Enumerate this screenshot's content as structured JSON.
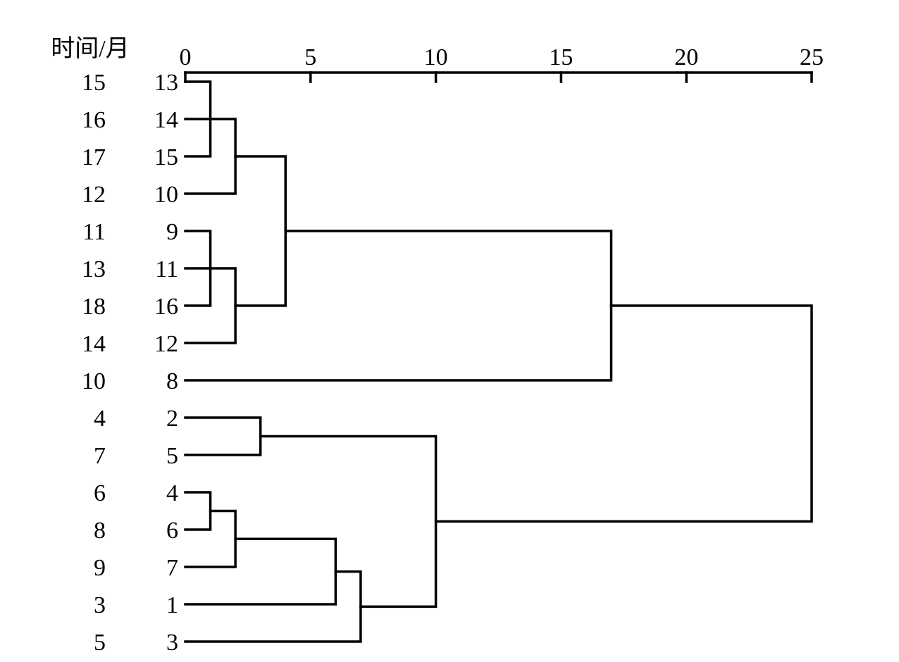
{
  "chart_data": {
    "type": "dendrogram",
    "corner_label": "时间/月",
    "x_ticks": [
      "0",
      "5",
      "10",
      "15",
      "20",
      "25"
    ],
    "x_tick_values": [
      0,
      5,
      10,
      15,
      20,
      25
    ],
    "xlim": [
      0,
      25
    ],
    "leaves": [
      {
        "month": "15",
        "case": "13"
      },
      {
        "month": "16",
        "case": "14"
      },
      {
        "month": "17",
        "case": "15"
      },
      {
        "month": "12",
        "case": "10"
      },
      {
        "month": "11",
        "case": "9"
      },
      {
        "month": "13",
        "case": "11"
      },
      {
        "month": "18",
        "case": "16"
      },
      {
        "month": "14",
        "case": "12"
      },
      {
        "month": "10",
        "case": "8"
      },
      {
        "month": "4",
        "case": "2"
      },
      {
        "month": "7",
        "case": "5"
      },
      {
        "month": "6",
        "case": "4"
      },
      {
        "month": "8",
        "case": "6"
      },
      {
        "month": "9",
        "case": "7"
      },
      {
        "month": "3",
        "case": "1"
      },
      {
        "month": "5",
        "case": "3"
      }
    ],
    "merges": [
      {
        "a": "L0",
        "b": "L2",
        "distance": 1
      },
      {
        "a": "L1",
        "b": "M0",
        "distance": 2
      },
      {
        "a": "M1",
        "b": "L3",
        "distance": 2
      },
      {
        "a": "L4",
        "b": "L6",
        "distance": 1
      },
      {
        "a": "L5",
        "b": "M3",
        "distance": 2
      },
      {
        "a": "M4",
        "b": "L7",
        "distance": 2
      },
      {
        "a": "M2",
        "b": "M5",
        "distance": 4
      },
      {
        "a": "M6",
        "b": "L8",
        "distance": 17
      },
      {
        "a": "L9",
        "b": "L10",
        "distance": 3
      },
      {
        "a": "L11",
        "b": "L12",
        "distance": 1
      },
      {
        "a": "M9",
        "b": "L13",
        "distance": 2
      },
      {
        "a": "M10",
        "b": "L14",
        "distance": 6
      },
      {
        "a": "M11",
        "b": "L15",
        "distance": 7
      },
      {
        "a": "M8",
        "b": "M12",
        "distance": 10
      },
      {
        "a": "M7",
        "b": "M13",
        "distance": 25
      }
    ]
  }
}
